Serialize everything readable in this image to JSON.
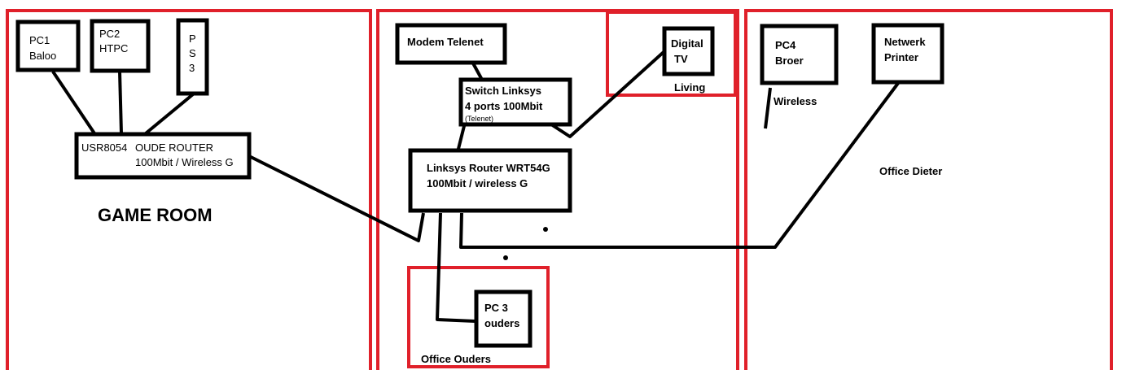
{
  "rooms": {
    "game_room": "GAME ROOM",
    "living": "Living",
    "office_ouders": "Office Ouders",
    "office_dieter": "Office Dieter"
  },
  "devices": {
    "pc1": [
      "PC1",
      "Baloo"
    ],
    "pc2": [
      "PC2",
      "HTPC"
    ],
    "ps3": [
      "P",
      "S",
      "3"
    ],
    "old_router": {
      "model": "USR8054",
      "name": "OUDE ROUTER",
      "spec": "100Mbit / Wireless G"
    },
    "modem": "Modem Telenet",
    "switch": [
      "Switch  Linksys",
      "4 ports 100Mbit",
      "(Telenet)"
    ],
    "router": [
      "Linksys Router WRT54G",
      "100Mbit / wireless G"
    ],
    "digital_tv": [
      "Digital",
      "TV"
    ],
    "pc3": [
      "PC 3",
      "ouders"
    ],
    "pc4": [
      "PC4",
      "Broer"
    ],
    "printer": [
      "Netwerk",
      "Printer"
    ]
  },
  "links": {
    "wireless": "Wireless"
  },
  "colors": {
    "room": "#e0202a",
    "device": "#000000"
  }
}
